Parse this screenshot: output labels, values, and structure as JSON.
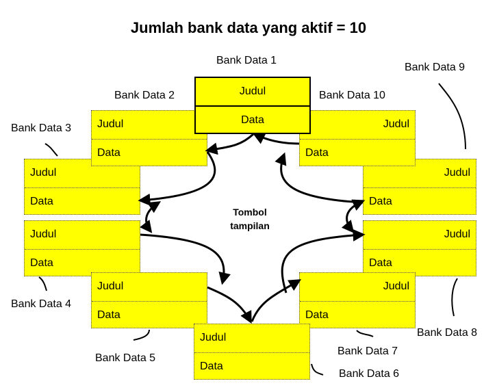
{
  "title": "Jumlah bank data yang aktif = 10",
  "center_label": {
    "line1": "Tombol",
    "line2": "tampilan"
  },
  "banks": [
    {
      "label": "Bank Data 1",
      "header": "Judul",
      "data": "Data"
    },
    {
      "label": "Bank Data 2",
      "header": "Judul",
      "data": "Data"
    },
    {
      "label": "Bank Data 3",
      "header": "Judul",
      "data": "Data"
    },
    {
      "label": "Bank Data 4",
      "header": "Judul",
      "data": "Data"
    },
    {
      "label": "Bank Data 5",
      "header": "Judul",
      "data": "Data"
    },
    {
      "label": "Bank Data 6",
      "header": "Judul",
      "data": "Data"
    },
    {
      "label": "Bank Data 7",
      "header": "Judul",
      "data": "Data"
    },
    {
      "label": "Bank Data 8",
      "header": "Judul",
      "data": "Data"
    },
    {
      "label": "Bank Data 9",
      "header": "Judul",
      "data": "Data"
    },
    {
      "label": "Bank Data 10",
      "header": "Judul",
      "data": "Data"
    }
  ],
  "colors": {
    "box_fill": "#ffff00",
    "stroke": "#000000"
  }
}
